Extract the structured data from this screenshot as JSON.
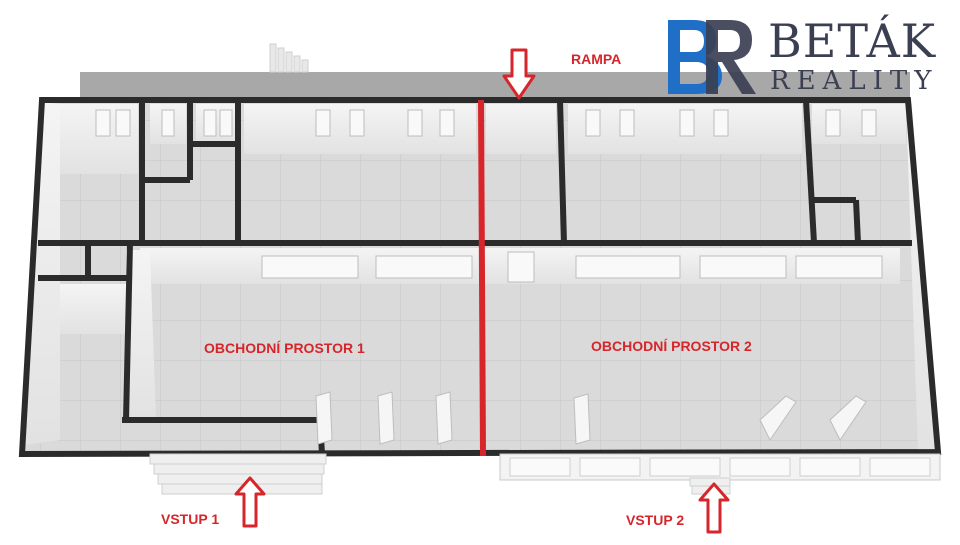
{
  "brand": {
    "name": "BETÁK",
    "sub": "REALITY",
    "colors": {
      "blue": "#1f6fc6",
      "dark": "#3b3f52"
    }
  },
  "labels": {
    "rampa": "RAMPA",
    "prostor1": "OBCHODNÍ PROSTOR 1",
    "prostor2": "OBCHODNÍ PROSTOR 2",
    "vstup1": "VSTUP 1",
    "vstup2": "VSTUP 2"
  },
  "colors": {
    "accent": "#d6262b",
    "wall": "#2b2b2b",
    "floor": "#d9d9d9",
    "ramp": "#a9a9a9"
  }
}
